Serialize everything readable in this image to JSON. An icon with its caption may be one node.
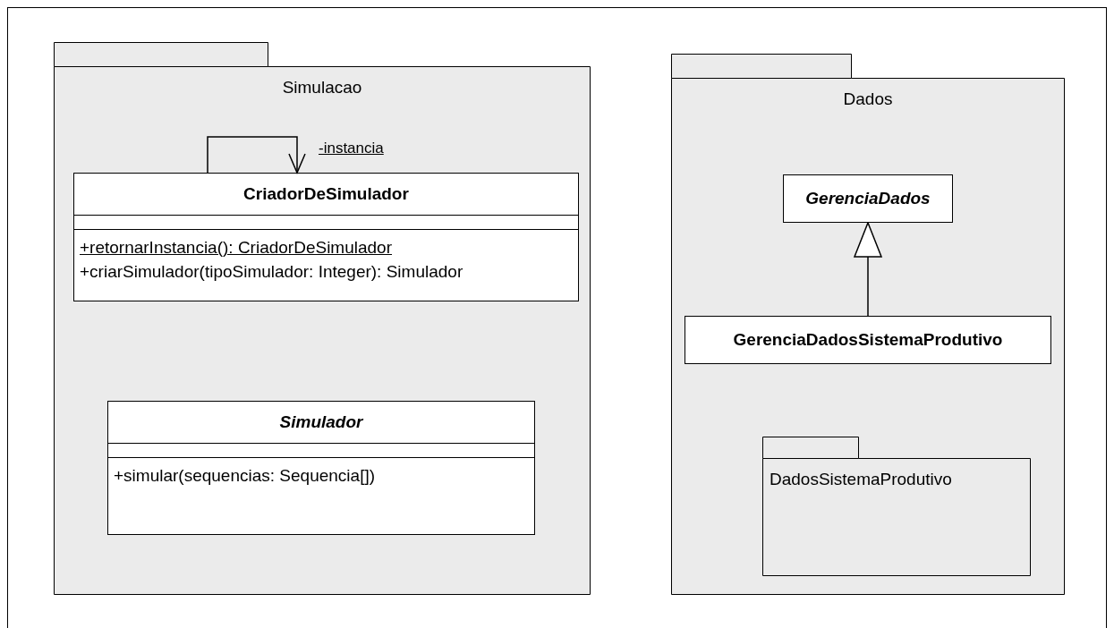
{
  "diagram": {
    "nodes": [
      {
        "text": [
          "Simulacao"
        ]
      },
      {
        "text": [
          "CriadorDeSimulador",
          "+retornarInstancia(): CriadorDeSimulador",
          "+criarSimulador(tipoSimulador: Integer): Simulador"
        ],
        "in": 0
      },
      {
        "text": [
          "Simulador",
          "+simular(sequencias: Sequencia[])"
        ],
        "in": 0
      },
      {
        "text": [
          "Dados"
        ]
      },
      {
        "text": [
          "GerenciaDados"
        ],
        "in": 3
      },
      {
        "text": [
          "GerenciaDadosSistemaProdutivo"
        ],
        "in": 3
      },
      {
        "text": [
          "DadosSistemaProdutivo"
        ],
        "in": 3
      }
    ],
    "edges": [
      {
        "from": 1,
        "to": 1,
        "arrow": "to",
        "label": "-instancia"
      },
      {
        "from": 5,
        "to": 4,
        "arrow": "to"
      }
    ]
  }
}
